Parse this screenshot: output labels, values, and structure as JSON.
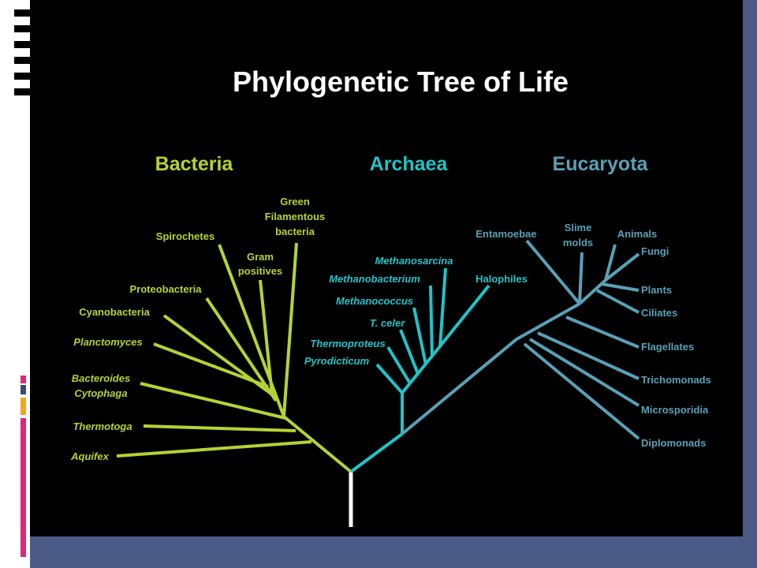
{
  "title": "Phylogenetic Tree of Life",
  "domains": {
    "bacteria": "Bacteria",
    "archaea": "Archaea",
    "eucaryota": "Eucaryota"
  },
  "colors": {
    "bacteria": "#b5d334",
    "archaea": "#1fc3c8",
    "eucaryota": "#5aa0b6",
    "title": "#ffffff",
    "root": "#ffffff",
    "background": "#000000",
    "slide_frame": "#4b5b86",
    "accent_pink": "#e0267a",
    "accent_orange": "#f4a71a"
  },
  "bacteria_taxa": {
    "green_line1": "Green",
    "green_line2": "Filamentous",
    "green_line3": "bacteria",
    "spirochetes": "Spirochetes",
    "gram_line1": "Gram",
    "gram_line2": "positives",
    "proteobacteria": "Proteobacteria",
    "cyanobacteria": "Cyanobacteria",
    "planctomyces": "Planctomyces",
    "bacteroides_line1": "Bacteroides",
    "bacteroides_line2": "Cytophaga",
    "thermotoga": "Thermotoga",
    "aquifex": "Aquifex"
  },
  "archaea_taxa": {
    "methanosarcina": "Methanosarcina",
    "methanobacterium": "Methanobacterium",
    "halophiles": "Halophiles",
    "methanococcus": "Methanococcus",
    "t_celer": "T. celer",
    "thermoproteus": "Thermoproteus",
    "pyrodicticum": "Pyrodicticum"
  },
  "eucaryota_taxa": {
    "entamoebae": "Entamoebae",
    "slime_line1": "Slime",
    "slime_line2": "molds",
    "animals": "Animals",
    "fungi": "Fungi",
    "plants": "Plants",
    "ciliates": "Ciliates",
    "flagellates": "Flagellates",
    "trichomonads": "Trichomonads",
    "microsporidia": "Microsporidia",
    "diplomonads": "Diplomonads"
  }
}
